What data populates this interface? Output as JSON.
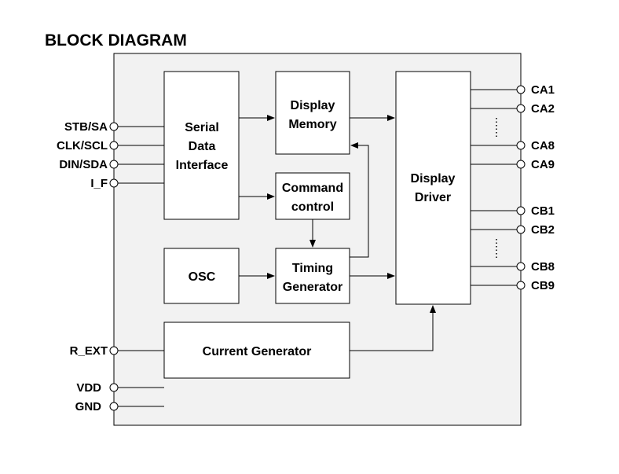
{
  "title": "BLOCK DIAGRAM",
  "blocks": {
    "serial_data_interface": [
      "Serial",
      "Data",
      "Interface"
    ],
    "display_memory": [
      "Display",
      "Memory"
    ],
    "command_control": [
      "Command",
      "control"
    ],
    "osc": "OSC",
    "timing_generator": [
      "Timing",
      "Generator"
    ],
    "display_driver": [
      "Display",
      "Driver"
    ],
    "current_generator": "Current Generator"
  },
  "pins": {
    "stb_sa": "STB/SA",
    "clk_scl": "CLK/SCL",
    "din_sda": "DIN/SDA",
    "i_f": "I_F",
    "r_ext": "R_EXT",
    "vdd": "VDD",
    "gnd": "GND",
    "ca1": "CA1",
    "ca2": "CA2",
    "ca8": "CA8",
    "ca9": "CA9",
    "cb1": "CB1",
    "cb2": "CB2",
    "cb8": "CB8",
    "cb9": "CB9"
  },
  "colors": {
    "chip_fill": "#f2f2f2",
    "line": "#000000"
  }
}
